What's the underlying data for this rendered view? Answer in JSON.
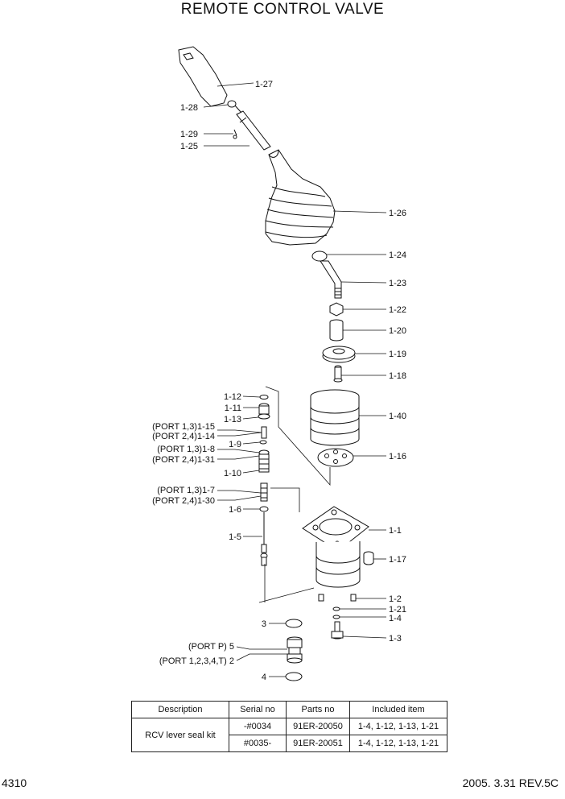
{
  "title": "REMOTE CONTROL VALVE",
  "callouts": {
    "c1_27": "1-27",
    "c1_28": "1-28",
    "c1_29": "1-29",
    "c1_25": "1-25",
    "c1_26": "1-26",
    "c1_24": "1-24",
    "c1_23": "1-23",
    "c1_22": "1-22",
    "c1_20": "1-20",
    "c1_19": "1-19",
    "c1_18": "1-18",
    "c1_40": "1-40",
    "c1_16": "1-16",
    "c1_1": "1-1",
    "c1_17": "1-17",
    "c1_2": "1-2",
    "c1_21": "1-21",
    "c1_4": "1-4",
    "c1_3": "1-3",
    "c1_12": "1-12",
    "c1_11": "1-11",
    "c1_13": "1-13",
    "c1_15": "(PORT 1,3)1-15",
    "c1_14": "(PORT 2,4)1-14",
    "c1_9": "1-9",
    "c1_8": "(PORT 1,3)1-8",
    "c1_31": "(PORT 2,4)1-31",
    "c1_10": "1-10",
    "c1_7": "(PORT 1,3)1-7",
    "c1_30": "(PORT 2,4)1-30",
    "c1_6": "1-6",
    "c1_5": "1-5",
    "c3": "3",
    "c5": "(PORT P) 5",
    "c2": "(PORT 1,2,3,4,T) 2",
    "c4": "4"
  },
  "table": {
    "headers": [
      "Description",
      "Serial no",
      "Parts no",
      "Included item"
    ],
    "description": "RCV lever seal kit",
    "rows": [
      {
        "serial": "-#0034",
        "parts": "91ER-20050",
        "included": "1-4, 1-12, 1-13, 1-21"
      },
      {
        "serial": "#0035-",
        "parts": "91ER-20051",
        "included": "1-4, 1-12, 1-13, 1-21"
      }
    ]
  },
  "footer": {
    "page": "4310",
    "revision": "2005. 3.31  REV.5C"
  }
}
